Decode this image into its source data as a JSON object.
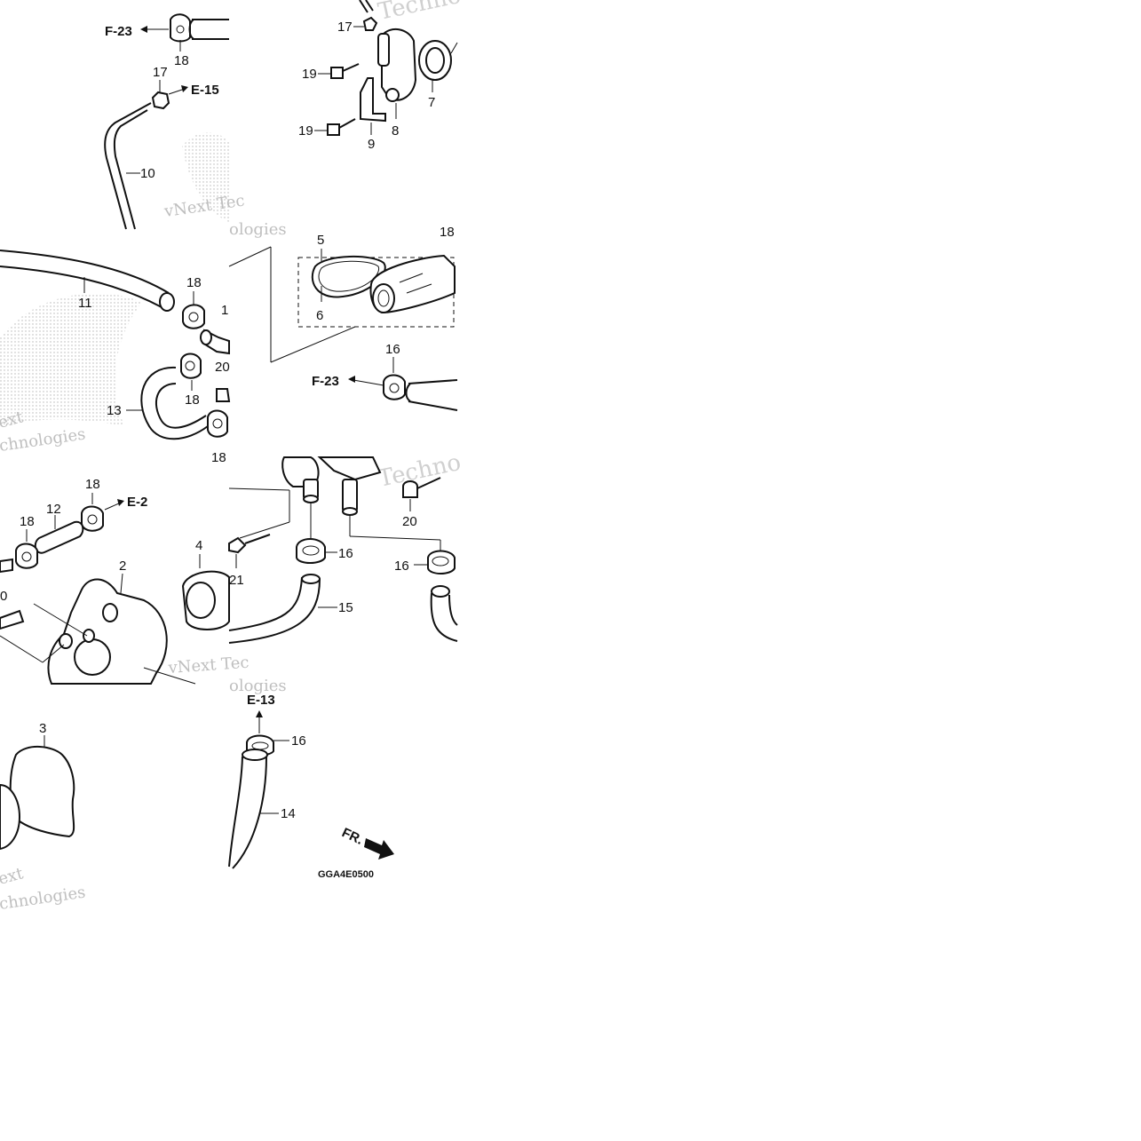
{
  "callouts": {
    "c2": "2",
    "c3": "3",
    "c4": "4",
    "c5": "5",
    "c6": "6",
    "c7": "7",
    "c8": "8",
    "c9": "9",
    "c10": "10",
    "c11": "11",
    "c12": "12",
    "c13": "13",
    "c14": "14",
    "c15": "15",
    "c16a": "16",
    "c16b": "16",
    "c16c": "16",
    "c16d": "16",
    "c17a": "17",
    "c17b": "17",
    "c18a": "18",
    "c18b": "18",
    "c18c": "18",
    "c18d": "18",
    "c18e": "18",
    "c18f": "18",
    "c18g": "18",
    "c19a": "19",
    "c19b": "19",
    "c20a": "20",
    "c20b": "20",
    "c21": "21",
    "c1": "1",
    "c0": "0"
  },
  "refs": {
    "f23_top": "F-23",
    "e15": "E-15",
    "f23_mid": "F-23",
    "e2": "E-2",
    "e13": "E-13"
  },
  "direction_label": "FR.",
  "diagram_code": "GGA4E0500",
  "watermarks": {
    "w1": "Techno",
    "w2": "vNext Tec",
    "w3": "ologies",
    "w4": "ext",
    "w5": "chnologies",
    "w6": "Techno",
    "w7": "vNext Tec",
    "w8": "ologies",
    "w9": "ext",
    "w10": "chnologies"
  }
}
